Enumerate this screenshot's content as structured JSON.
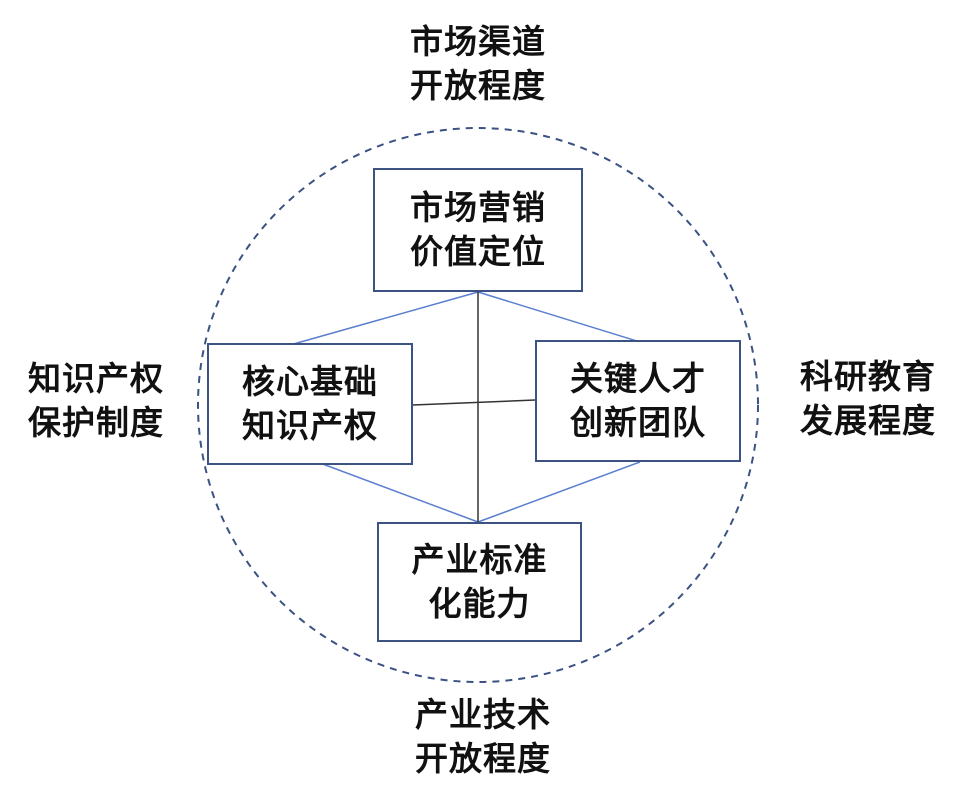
{
  "outer_labels": {
    "top": [
      "市场渠道",
      "开放程度"
    ],
    "left": [
      "知识产权",
      "保护制度"
    ],
    "right": [
      "科研教育",
      "发展程度"
    ],
    "bottom": [
      "产业技术",
      "开放程度"
    ]
  },
  "boxes": {
    "top": [
      "市场营销",
      "价值定位"
    ],
    "left": [
      "核心基础",
      "知识产权"
    ],
    "right": [
      "关键人才",
      "创新团队"
    ],
    "bottom": [
      "产业标准",
      "化能力"
    ]
  },
  "colors": {
    "circle": "#3b5283",
    "box_border": "#3b5283",
    "diamond_line": "#5b7fd0",
    "cross_line": "#333333"
  }
}
